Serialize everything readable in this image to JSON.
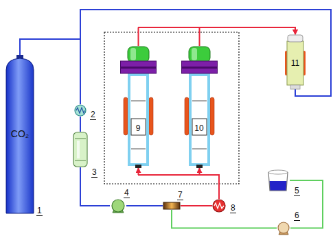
{
  "diagram": {
    "nodes": [
      {
        "text": [
          "CO₂",
          "1"
        ]
      },
      {
        "text": [
          "2"
        ]
      },
      {
        "text": [
          "3"
        ]
      },
      {
        "text": [
          "4"
        ]
      },
      {
        "text": [
          "7"
        ]
      },
      {
        "text": [
          "8"
        ]
      },
      {
        "text": [
          "9"
        ]
      },
      {
        "text": [
          "10"
        ]
      },
      {
        "text": [
          "11"
        ]
      },
      {
        "text": [
          "5"
        ]
      },
      {
        "text": [
          "6"
        ]
      }
    ],
    "edges": [
      {
        "from": 0,
        "to": 1,
        "arrow": "none"
      },
      {
        "from": 8,
        "to": 1,
        "arrow": "none"
      },
      {
        "from": 1,
        "to": 2,
        "arrow": "none"
      },
      {
        "from": 2,
        "to": 3,
        "arrow": "none"
      },
      {
        "from": 3,
        "to": 4,
        "arrow": "none"
      },
      {
        "from": 4,
        "to": 5,
        "arrow": "none"
      },
      {
        "from": 9,
        "to": 10,
        "arrow": "none"
      },
      {
        "from": 10,
        "to": 4,
        "arrow": "none"
      },
      {
        "from": 5,
        "to": 6,
        "arrow": "to"
      },
      {
        "from": 5,
        "to": 7,
        "arrow": "to"
      },
      {
        "from": 6,
        "to": 8,
        "arrow": "to"
      },
      {
        "from": 7,
        "to": 8,
        "arrow": "to"
      }
    ]
  }
}
